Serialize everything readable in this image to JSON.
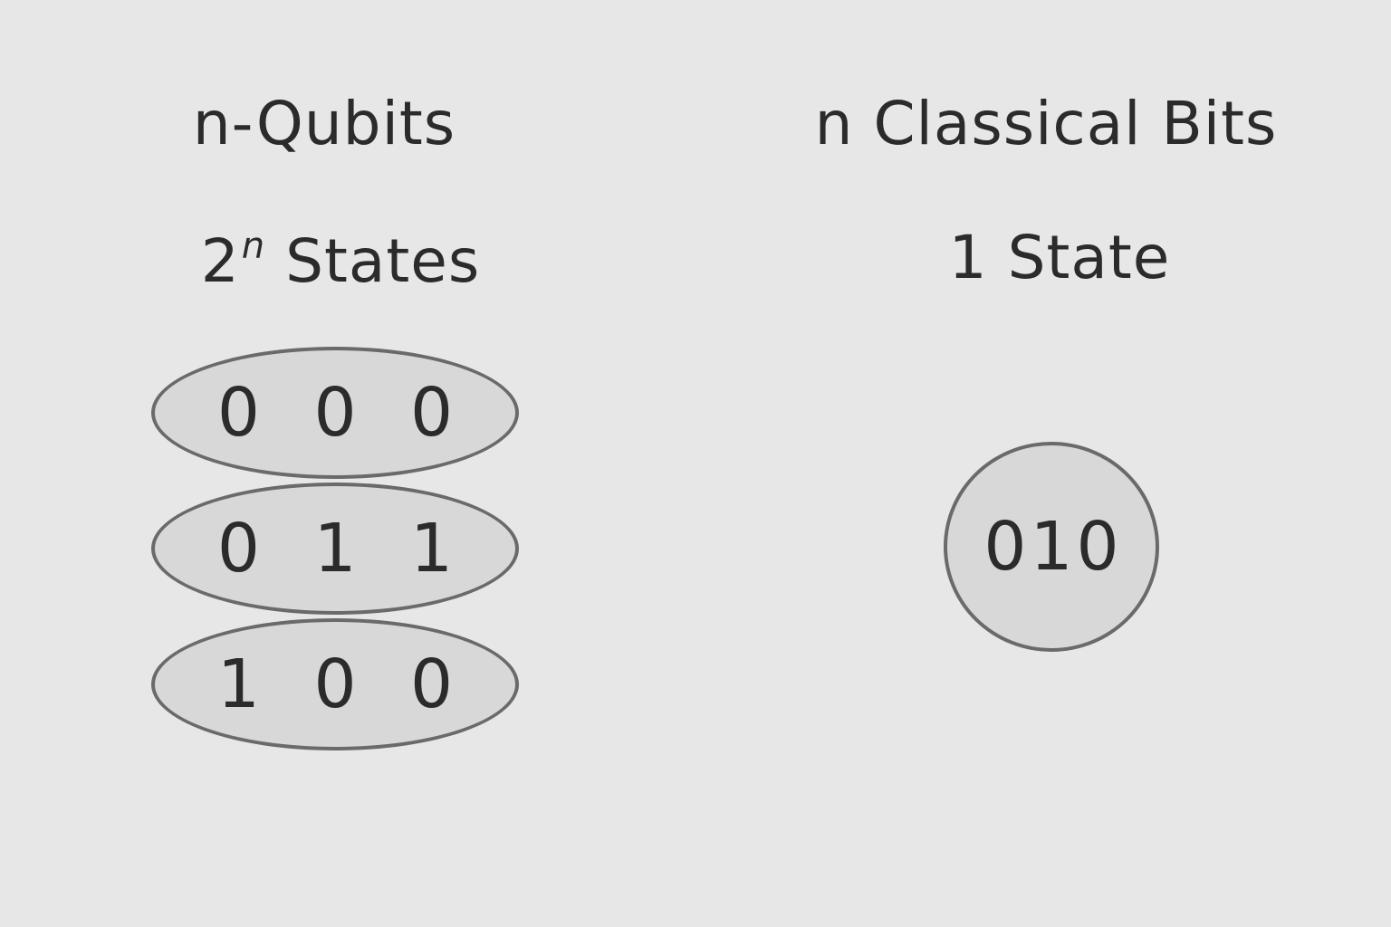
{
  "left": {
    "title": "n-Qubits",
    "subtitle_base": "2",
    "subtitle_exponent": "n",
    "subtitle_rest": " States",
    "states": [
      "0 0 0",
      "0 1 1",
      "1 0 0"
    ]
  },
  "right": {
    "title": "n Classical Bits",
    "subtitle": "1 State",
    "state": "010"
  }
}
